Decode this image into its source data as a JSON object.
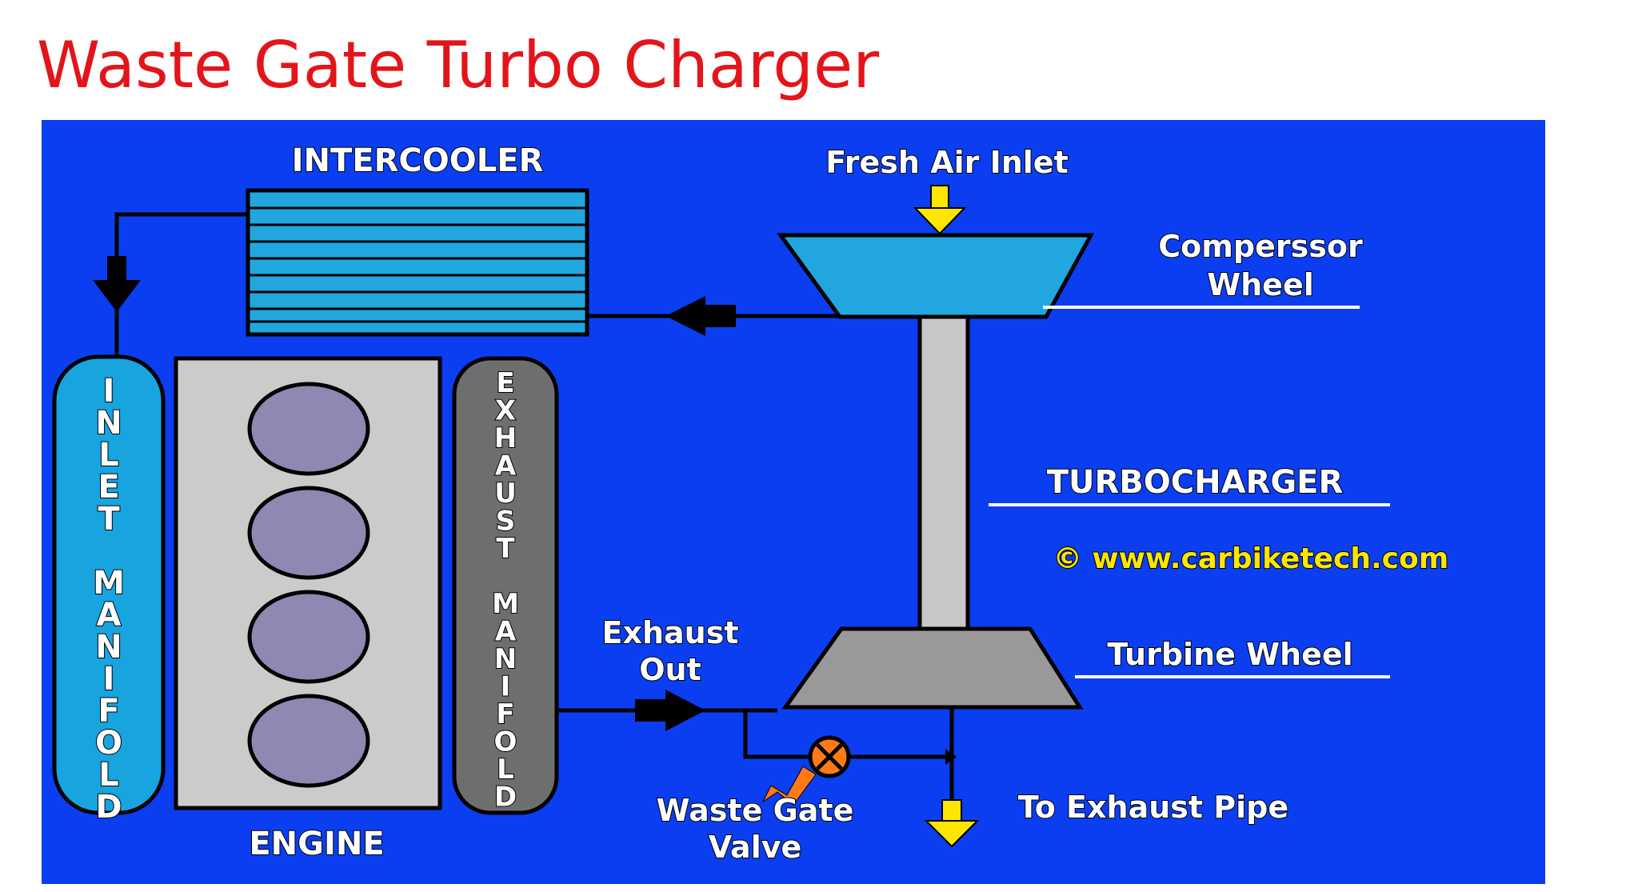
{
  "slide": {
    "title": "Waste Gate Turbo Charger"
  },
  "colors": {
    "title": "#e3151a",
    "background": "#0a3ef0",
    "manifold_inlet": "#17a4df",
    "manifold_exhaust": "#6e6e6e",
    "engine_block": "#cbcbcb",
    "cylinder": "#8e88b2",
    "compressor": "#21a6df",
    "shaft": "#c8c8c8",
    "turbine": "#999999",
    "arrow_yellow": "#ffe600",
    "arrow_orange": "#ff7a17",
    "text": "#ffffff"
  },
  "labels": {
    "intercooler": "INTERCOOLER",
    "fresh_air_inlet": "Fresh Air Inlet",
    "compressor_wheel_line1": "Comperssor",
    "compressor_wheel_line2": "Wheel",
    "turbocharger": "TURBOCHARGER",
    "copyright": "© www.carbiketech.com",
    "turbine_wheel": "Turbine Wheel",
    "exhaust_out_line1": "Exhaust",
    "exhaust_out_line2": "Out",
    "waste_gate_valve_line1": "Waste Gate",
    "waste_gate_valve_line2": "Valve",
    "to_exhaust_pipe": "To Exhaust Pipe",
    "engine": "ENGINE",
    "inlet_manifold": [
      "I",
      "N",
      "L",
      "E",
      "T",
      "",
      "M",
      "A",
      "N",
      "I",
      "F",
      "O",
      "L",
      "D"
    ],
    "exhaust_manifold": [
      "E",
      "X",
      "H",
      "A",
      "U",
      "S",
      "T",
      "",
      "M",
      "A",
      "N",
      "I",
      "F",
      "O",
      "L",
      "D"
    ]
  }
}
